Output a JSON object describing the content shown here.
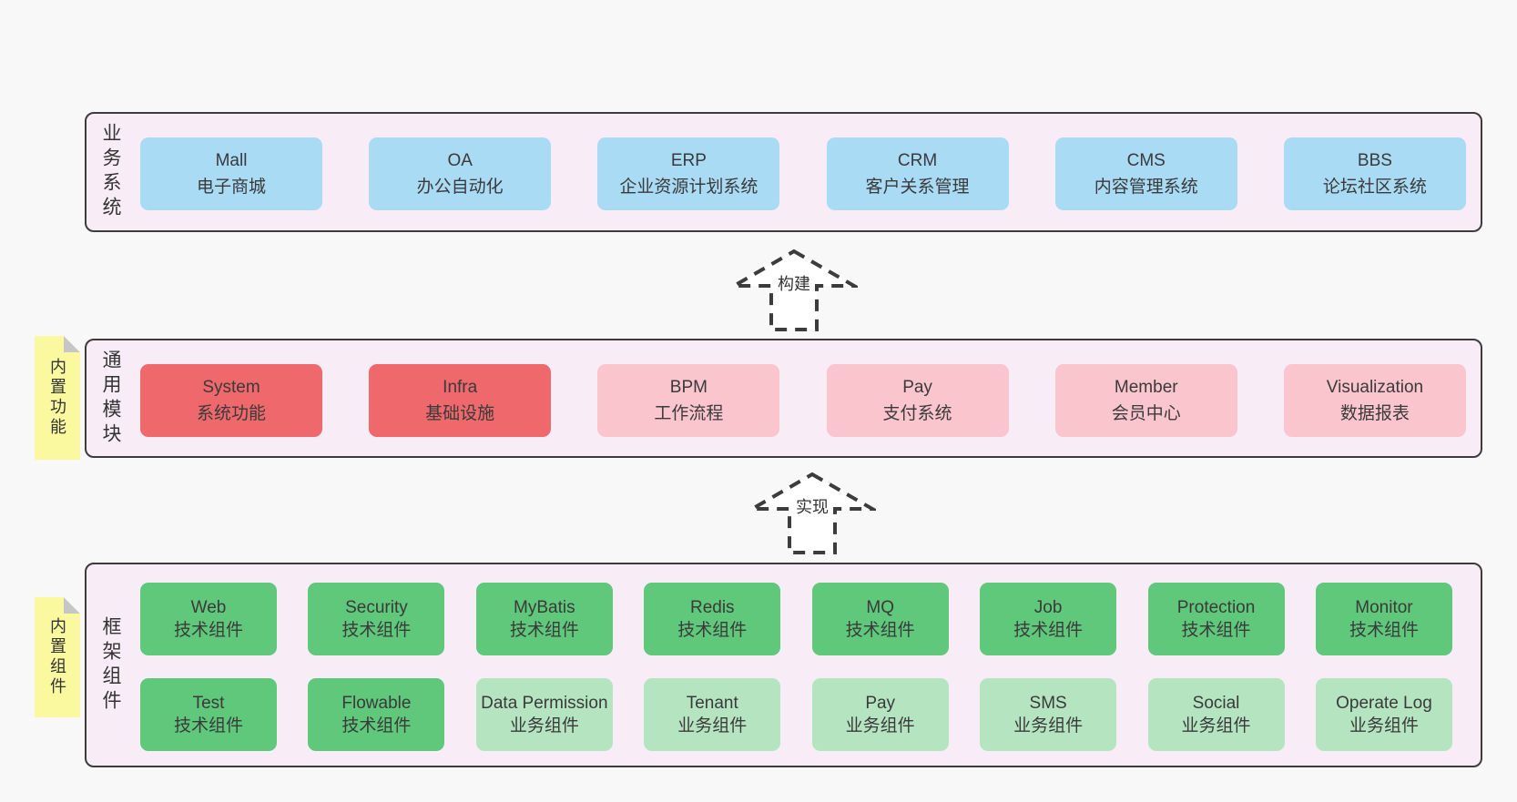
{
  "colors": {
    "page_bg": "#f8f8f8",
    "container_bg": "#f8edf6",
    "container_border": "#3c3c3c",
    "business_box": "#a9dbf4",
    "core_module_box": "#ef686b",
    "optional_module_box": "#fbc5ce",
    "tech_component_box": "#5fc87a",
    "biz_component_box": "#b5e5c0",
    "sticky_note": "#fbf9a0",
    "text": "#3a3a3a"
  },
  "diagram": {
    "business": {
      "label": "业务系统",
      "boxes": [
        {
          "title": "Mall",
          "subtitle": "电子商城"
        },
        {
          "title": "OA",
          "subtitle": "办公自动化"
        },
        {
          "title": "ERP",
          "subtitle": "企业资源计划系统"
        },
        {
          "title": "CRM",
          "subtitle": "客户关系管理"
        },
        {
          "title": "CMS",
          "subtitle": "内容管理系统"
        },
        {
          "title": "BBS",
          "subtitle": "论坛社区系统"
        }
      ]
    },
    "arrows": {
      "build": "构建",
      "implement": "实现"
    },
    "modules": {
      "label": "通用模块",
      "sticky": "内置功能",
      "boxes": [
        {
          "title": "System",
          "subtitle": "系统功能"
        },
        {
          "title": "Infra",
          "subtitle": "基础设施"
        },
        {
          "title": "BPM",
          "subtitle": "工作流程"
        },
        {
          "title": "Pay",
          "subtitle": "支付系统"
        },
        {
          "title": "Member",
          "subtitle": "会员中心"
        },
        {
          "title": "Visualization",
          "subtitle": "数据报表"
        }
      ]
    },
    "framework": {
      "label": "框架组件",
      "sticky": "内置组件",
      "row1": [
        {
          "title": "Web",
          "subtitle": "技术组件"
        },
        {
          "title": "Security",
          "subtitle": "技术组件"
        },
        {
          "title": "MyBatis",
          "subtitle": "技术组件"
        },
        {
          "title": "Redis",
          "subtitle": "技术组件"
        },
        {
          "title": "MQ",
          "subtitle": "技术组件"
        },
        {
          "title": "Job",
          "subtitle": "技术组件"
        },
        {
          "title": "Protection",
          "subtitle": "技术组件"
        },
        {
          "title": "Monitor",
          "subtitle": "技术组件"
        }
      ],
      "row2": [
        {
          "title": "Test",
          "subtitle": "技术组件"
        },
        {
          "title": "Flowable",
          "subtitle": "技术组件"
        },
        {
          "title": "Data Permission",
          "subtitle": "业务组件"
        },
        {
          "title": "Tenant",
          "subtitle": "业务组件"
        },
        {
          "title": "Pay",
          "subtitle": "业务组件"
        },
        {
          "title": "SMS",
          "subtitle": "业务组件"
        },
        {
          "title": "Social",
          "subtitle": "业务组件"
        },
        {
          "title": "Operate Log",
          "subtitle": "业务组件"
        }
      ]
    }
  }
}
